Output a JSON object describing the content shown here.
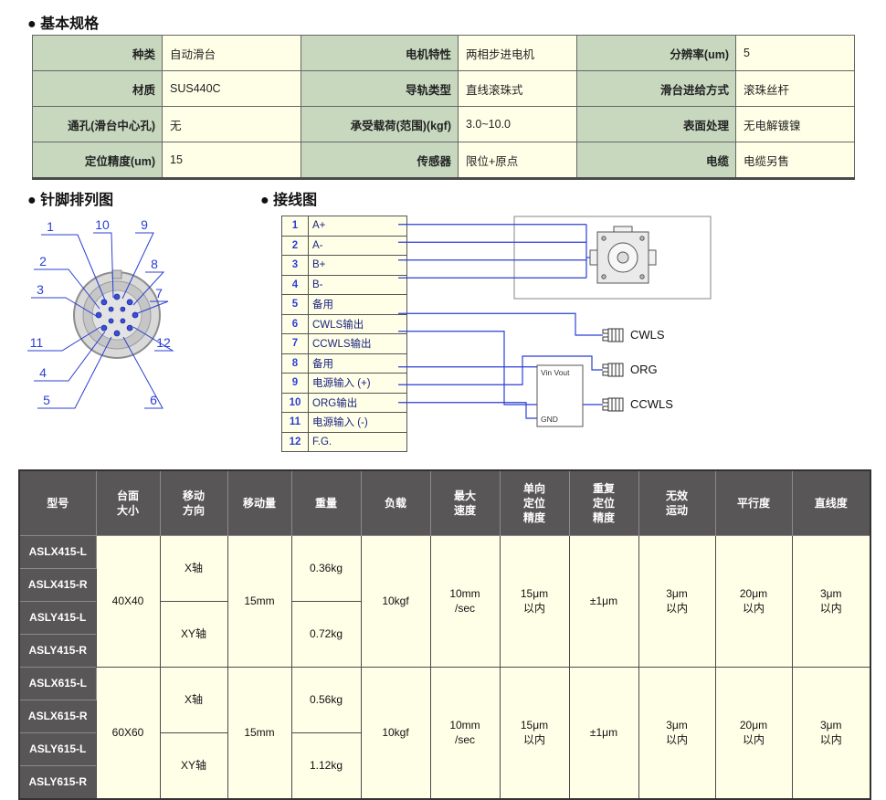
{
  "basic_spec": {
    "title": "● 基本规格",
    "rows": [
      [
        "种类",
        "自动滑台",
        "电机特性",
        "两相步进电机",
        "分辨率(um)",
        "5"
      ],
      [
        "材质",
        "SUS440C",
        "导轨类型",
        "直线滚珠式",
        "滑台进给方式",
        "滚珠丝杆"
      ],
      [
        "通孔(滑台中心孔)",
        "无",
        "承受载荷(范围)(kgf)",
        "3.0~10.0",
        "表面处理",
        "无电解镀镍"
      ],
      [
        "定位精度(um)",
        "15",
        "传感器",
        "限位+原点",
        "电缆",
        "电缆另售"
      ]
    ]
  },
  "pin_diagram": {
    "title": "● 针脚排列图",
    "numbers": [
      "1",
      "2",
      "3",
      "4",
      "5",
      "6",
      "7",
      "8",
      "9",
      "10",
      "11",
      "12"
    ]
  },
  "wiring": {
    "title": "● 接线图",
    "rows": [
      {
        "num": "1",
        "label": "A+"
      },
      {
        "num": "2",
        "label": "A-"
      },
      {
        "num": "3",
        "label": "B+"
      },
      {
        "num": "4",
        "label": "B-"
      },
      {
        "num": "5",
        "label": "备用"
      },
      {
        "num": "6",
        "label": "CWLS输出"
      },
      {
        "num": "7",
        "label": "CCWLS输出"
      },
      {
        "num": "8",
        "label": "备用"
      },
      {
        "num": "9",
        "label": "电源输入 (+)"
      },
      {
        "num": "10",
        "label": "ORG输出"
      },
      {
        "num": "11",
        "label": "电源输入 (-)"
      },
      {
        "num": "12",
        "label": "F.G."
      }
    ],
    "sensor_labels": [
      "CWLS",
      "ORG",
      "CCWLS"
    ],
    "box_labels": {
      "vin": "Vin Vout",
      "gnd": "GND"
    }
  },
  "model_table": {
    "headers": [
      "型号",
      "台面\n大小",
      "移动\n方向",
      "移动量",
      "重量",
      "负载",
      "最大\n速度",
      "单向\n定位\n精度",
      "重复\n定位\n精度",
      "无效\n运动",
      "平行度",
      "直线度"
    ],
    "groups": [
      {
        "models": [
          "ASLX415-L",
          "ASLX415-R",
          "ASLY415-L",
          "ASLY415-R"
        ],
        "size": "40X40",
        "directions": [
          "X轴",
          "XY轴"
        ],
        "travel": "15mm",
        "weights": [
          "0.36kg",
          "0.72kg"
        ],
        "load": "10kgf",
        "speed": "10mm\n/sec",
        "uni_accuracy": "15μm\n以内",
        "repeat_accuracy": "±1μm",
        "lost_motion": "3μm\n以内",
        "parallelism": "20μm\n以内",
        "straightness": "3μm\n以内"
      },
      {
        "models": [
          "ASLX615-L",
          "ASLX615-R",
          "ASLY615-L",
          "ASLY615-R"
        ],
        "size": "60X60",
        "directions": [
          "X轴",
          "XY轴"
        ],
        "travel": "15mm",
        "weights": [
          "0.56kg",
          "1.12kg"
        ],
        "load": "10kgf",
        "speed": "10mm\n/sec",
        "uni_accuracy": "15μm\n以内",
        "repeat_accuracy": "±1μm",
        "lost_motion": "3μm\n以内",
        "parallelism": "20μm\n以内",
        "straightness": "3μm\n以内"
      }
    ]
  }
}
